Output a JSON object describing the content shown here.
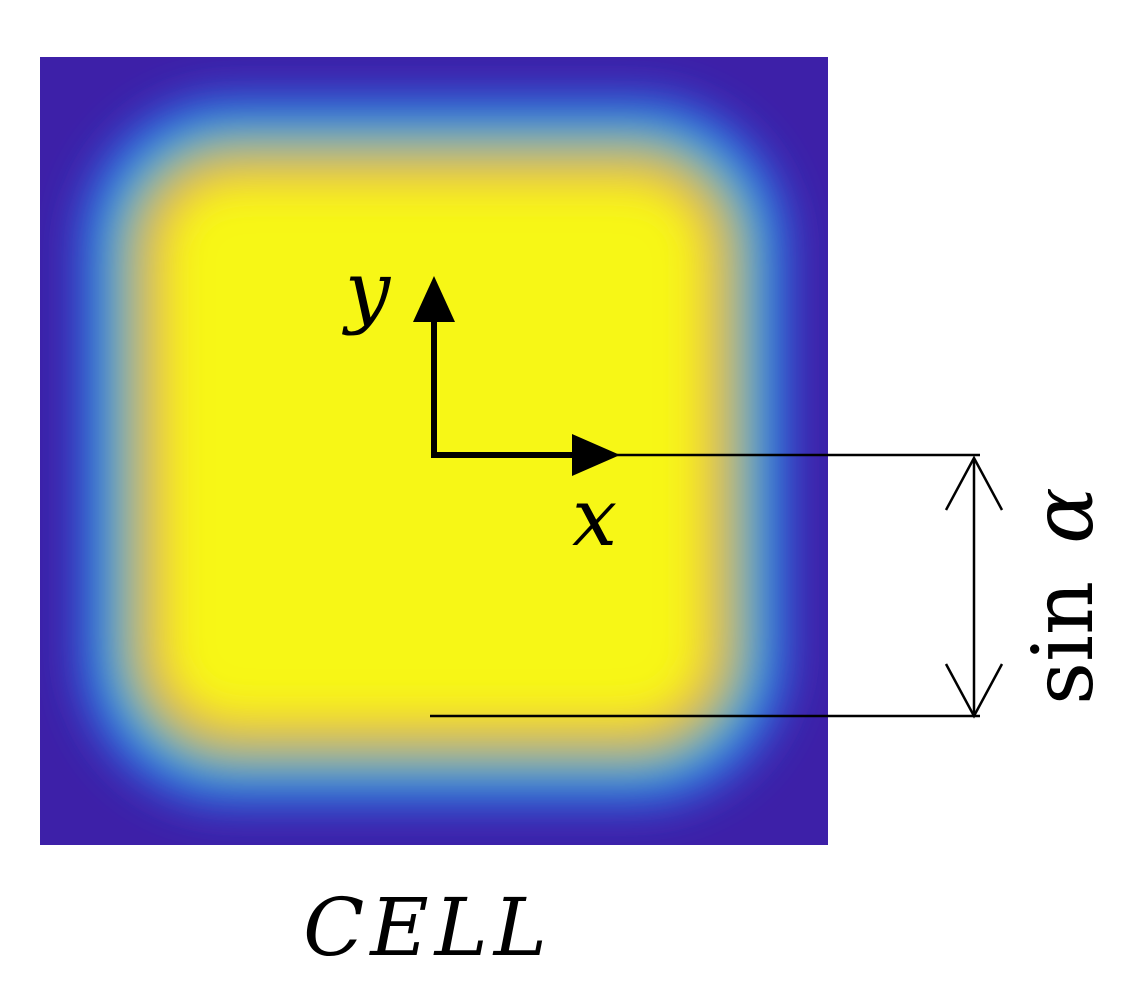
{
  "diagram": {
    "labels": {
      "y_axis": "y",
      "x_axis": "x",
      "dimension_fn": "sin",
      "dimension_var": "α",
      "caption": "CELL"
    },
    "colors": {
      "background": "#ffffff",
      "field_outer": "#3d20a8",
      "field_band_blue": "#2e6ef0",
      "field_band_cyan": "#1fb0c8",
      "field_band_green": "#7cc66a",
      "field_band_orange": "#f0a23c",
      "field_center": "#f7f712",
      "ink": "#000000"
    },
    "field": {
      "type": "heatmap",
      "description_shape": "rounded-square plateau, maximum at center, decreasing toward edges"
    }
  }
}
